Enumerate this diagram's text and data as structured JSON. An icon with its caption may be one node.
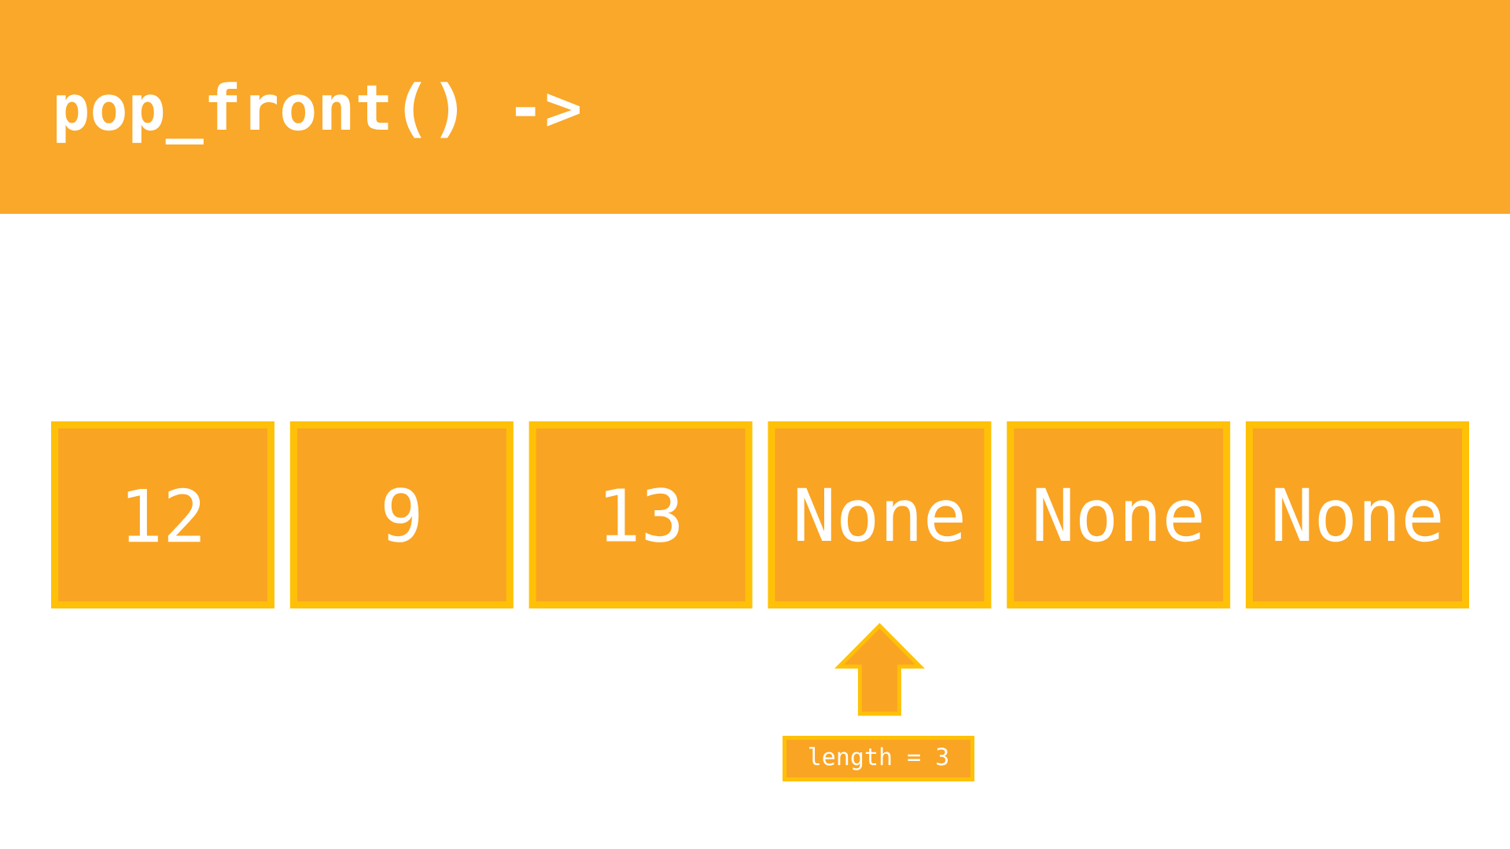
{
  "diagram": {
    "title": "pop_front() ->",
    "nodes": [
      {
        "text": [
          "12"
        ]
      },
      {
        "text": [
          "9"
        ]
      },
      {
        "text": [
          "13"
        ]
      },
      {
        "text": [
          "None"
        ]
      },
      {
        "text": [
          "None"
        ]
      },
      {
        "text": [
          "None"
        ]
      },
      {
        "text": [
          "length = 3"
        ]
      }
    ],
    "edges": [
      {
        "from": 6,
        "to": 3,
        "arrow": "to"
      }
    ]
  }
}
